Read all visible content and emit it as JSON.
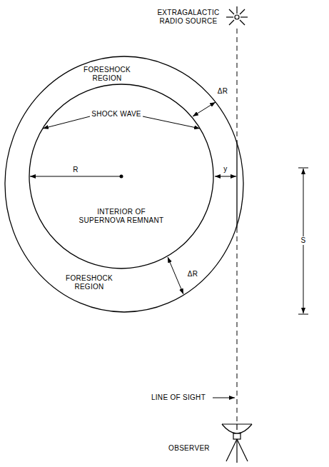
{
  "diagram": {
    "nodes": [
      {
        "text": [
          "FORESHOCK REGION",
          "FORESHOCK REGION"
        ]
      },
      {
        "text": [
          "SHOCK WAVE",
          "INTERIOR OF SUPERNOVA REMNANT"
        ],
        "in": 0
      }
    ],
    "labels": [
      "EXTRAGALACTIC RADIO SOURCE",
      "ΔR",
      "ΔR",
      "R",
      "y",
      "S",
      "LINE OF SIGHT",
      "OBSERVER"
    ]
  }
}
